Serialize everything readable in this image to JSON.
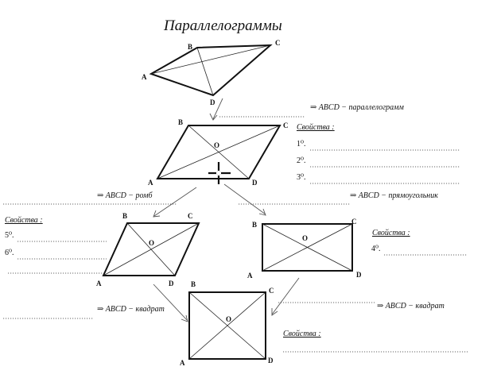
{
  "title": "Параллелограммы",
  "vertices": {
    "a": "A",
    "b": "B",
    "c": "C",
    "d": "D",
    "o": "O"
  },
  "notes": {
    "parallelogram": "⇒ ABCD − параллелограмм",
    "rhombus": "⇒ ABCD − ромб",
    "rectangle": "⇒ ABCD − прямоугольник",
    "square_left": "⇒ ABCD − квадрат",
    "square_right": "⇒ ABCD − квадрат"
  },
  "properties_heading": "Свойства :",
  "properties_heading_square": "Свойства :",
  "property_numbers": {
    "p1": "1⁰.",
    "p2": "2⁰.",
    "p3": "3⁰.",
    "p4": "4⁰.",
    "p5": "5⁰.",
    "p6": "6⁰."
  }
}
